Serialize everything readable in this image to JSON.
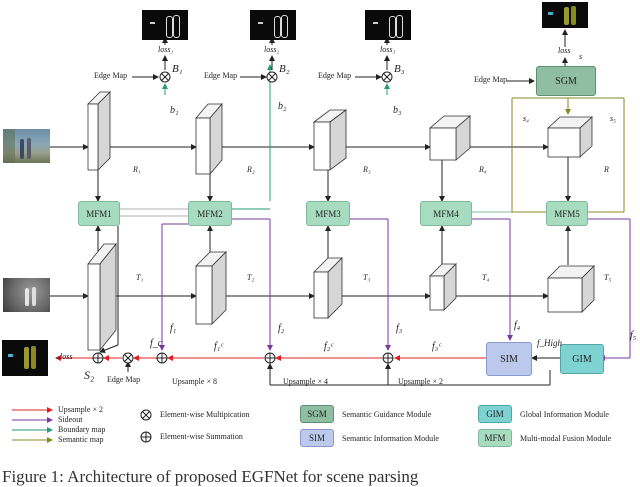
{
  "modules": {
    "mfm1": "MFM1",
    "mfm2": "MFM2",
    "mfm3": "MFM3",
    "mfm4": "MFM4",
    "mfm5": "MFM5",
    "sgm": "SGM",
    "sim": "SIM",
    "gim": "GIM"
  },
  "labels": {
    "edge_map": "Edge Map",
    "loss": "loss",
    "loss1": "loss₁",
    "loss2": "loss₂",
    "loss3": "loss₃",
    "loss_s": "loss",
    "s": "s",
    "B1": "B₁",
    "B2": "B₂",
    "B3": "B₃",
    "b1": "b₁",
    "b2": "b₂",
    "b3": "b₃",
    "R1": "R₁",
    "R2": "R₂",
    "R3": "R₃",
    "R4": "R₄",
    "R5": "R",
    "T1": "T₁",
    "T2": "T₂",
    "T3": "T₃",
    "T4": "T₄",
    "T5": "T₅",
    "s4": "s₄",
    "s5": "s₅",
    "f1": "f₁",
    "f2": "f₂",
    "f3": "f₃",
    "f4": "f₄",
    "f5": "f₅",
    "fc": "f_c",
    "f1c": "f₁ᶜ",
    "f2c": "f₂ᶜ",
    "f3c": "f₃ᶜ",
    "fhigh": "f_High",
    "S2": "S₂",
    "up8": "Upsample × 8",
    "up4": "Upsample × 4",
    "up2": "Upsample × 2"
  },
  "legend": {
    "upsample": "Upsample × 2",
    "sideout": "Sideout",
    "boundary": "Boundary map",
    "semantic": "Semantic map",
    "mult": "Element-wise Multipication",
    "sum": "Element-wise Summation",
    "sgm_desc": "Semantic Guidance Module",
    "sim_desc": "Semantic Information Module",
    "gim_desc": "Global Information Module",
    "mfm_desc": "Multi-modal Fusion Module"
  },
  "caption": "Figure 1: Architecture of proposed EGFNet for scene parsing",
  "colors": {
    "upsample": "#e02020",
    "sideout": "#7a3aa0",
    "boundary": "#2a9a7a",
    "semantic": "#8a8a20",
    "mfm": "#a8dcc0",
    "sgm": "#8fbea2",
    "sim": "#bcc9ec",
    "gim": "#7fd2d2"
  }
}
